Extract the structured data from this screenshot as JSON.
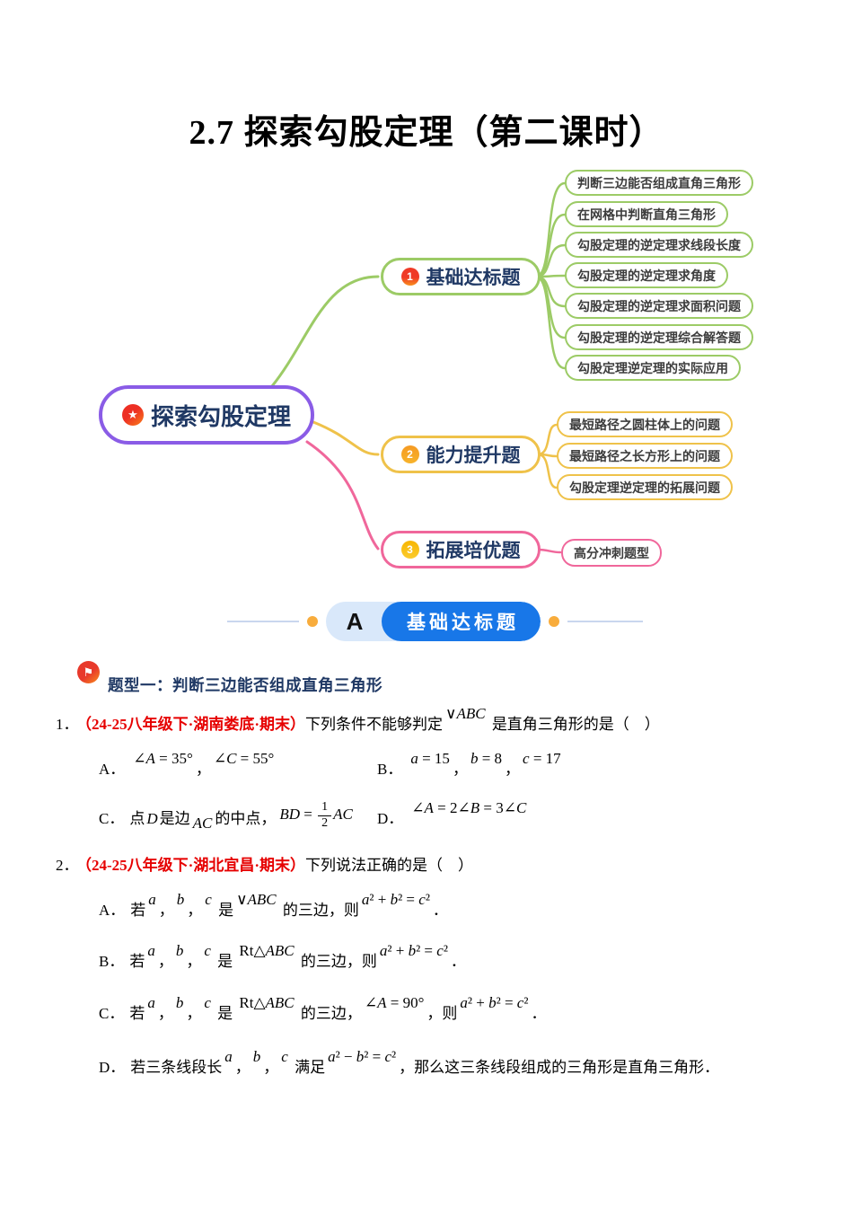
{
  "page": {
    "title": "2.7 探索勾股定理（第二课时）"
  },
  "icons": {
    "star": "★",
    "flag": "⚑"
  },
  "colors": {
    "purple": "#8A5CE6",
    "green": "#9CCB66",
    "yellow": "#EFC24A",
    "pink": "#F0679B",
    "navy": "#1F3864",
    "blue": "#1877E8",
    "light_blue": "#D9E8FA",
    "orange_dot": "#F8AC3C",
    "red": "#E60000"
  },
  "mindmap": {
    "root": {
      "label": "探索勾股定理"
    },
    "branches": [
      {
        "num": "1",
        "label": "基础达标题",
        "children": [
          "判断三边能否组成直角三角形",
          "在网格中判断直角三角形",
          "勾股定理的逆定理求线段长度",
          "勾股定理的逆定理求角度",
          "勾股定理的逆定理求面积问题",
          "勾股定理的逆定理综合解答题",
          "勾股定理逆定理的实际应用"
        ]
      },
      {
        "num": "2",
        "label": "能力提升题",
        "children": [
          "最短路径之圆柱体上的问题",
          "最短路径之长方形上的问题",
          "勾股定理逆定理的拓展问题"
        ]
      },
      {
        "num": "3",
        "label": "拓展培优题",
        "children": [
          "高分冲刺题型"
        ]
      }
    ]
  },
  "section": {
    "badge": "A",
    "title": "基础达标题"
  },
  "topic": {
    "title": "题型一：判断三边能否组成直角三角形"
  },
  "questions": {
    "q1": {
      "stem": [
        [
          "num",
          "1．"
        ],
        [
          "red",
          "（24-25八年级下·湖南娄底·期末）"
        ],
        [
          "cn",
          "下列条件不能够判定"
        ],
        [
          "m",
          [
            [
              "u",
              "∨"
            ],
            [
              "i",
              "ABC"
            ]
          ]
        ],
        [
          "cn",
          " 是直角三角形的是（　）"
        ]
      ],
      "options": [
        [
          [
            "lab",
            "A．"
          ],
          [
            "m",
            [
              [
                "u",
                "∠"
              ],
              [
                "i",
                "A"
              ],
              [
                "u",
                " = 35°"
              ]
            ]
          ],
          [
            "cn",
            "，"
          ],
          [
            "m",
            [
              [
                "u",
                "∠"
              ],
              [
                "i",
                "C"
              ],
              [
                "u",
                " = 55°"
              ]
            ]
          ]
        ],
        [
          [
            "lab",
            "B．"
          ],
          [
            "m",
            [
              [
                "i",
                "a"
              ],
              [
                "u",
                " = 15"
              ]
            ]
          ],
          [
            "cn",
            "，"
          ],
          [
            "m",
            [
              [
                "i",
                "b"
              ],
              [
                "u",
                " = 8"
              ]
            ]
          ],
          [
            "cn",
            "，"
          ],
          [
            "m",
            [
              [
                "i",
                "c"
              ],
              [
                "u",
                " = 17"
              ]
            ]
          ]
        ],
        [
          [
            "lab",
            "C．"
          ],
          [
            "cn",
            "点"
          ],
          [
            "bi",
            "D"
          ],
          [
            "cn",
            "是边"
          ],
          [
            "low",
            "AC"
          ],
          [
            "cn",
            "的中点，"
          ],
          [
            "frac",
            {
              "pre": [
                [
                  "i",
                  "BD"
                ],
                [
                  "u",
                  " = "
                ]
              ],
              "num": "1",
              "den": "2",
              "post": [
                [
                  "i",
                  "AC"
                ]
              ]
            }
          ]
        ],
        [
          [
            "lab",
            "D．"
          ],
          [
            "m",
            [
              [
                "u",
                "∠"
              ],
              [
                "i",
                "A"
              ],
              [
                "u",
                " = 2"
              ],
              [
                "u",
                "∠"
              ],
              [
                "i",
                "B"
              ],
              [
                "u",
                " = 3"
              ],
              [
                "u",
                "∠"
              ],
              [
                "i",
                "C"
              ]
            ]
          ]
        ]
      ]
    },
    "q2": {
      "stem": [
        [
          "num",
          "2．"
        ],
        [
          "red",
          "（24-25八年级下·湖北宜昌·期末）"
        ],
        [
          "cn",
          "下列说法正确的是（　）"
        ]
      ],
      "options": [
        [
          [
            "lab",
            "A．"
          ],
          [
            "cn",
            "若"
          ],
          [
            "m",
            [
              [
                "i",
                "a"
              ]
            ]
          ],
          [
            "cn",
            "，"
          ],
          [
            "m",
            [
              [
                "i",
                "b"
              ]
            ]
          ],
          [
            "cn",
            "，"
          ],
          [
            "m",
            [
              [
                "i",
                "c"
              ]
            ]
          ],
          [
            "cn",
            " 是"
          ],
          [
            "m",
            [
              [
                "u",
                "∨"
              ],
              [
                "i",
                "ABC"
              ]
            ]
          ],
          [
            "cn",
            " 的三边，则"
          ],
          [
            "m",
            [
              [
                "i",
                "a"
              ],
              [
                "u",
                "² + "
              ],
              [
                "i",
                "b"
              ],
              [
                "u",
                "² = "
              ],
              [
                "i",
                "c"
              ],
              [
                "u",
                "²"
              ]
            ]
          ],
          [
            "cn",
            "．"
          ]
        ],
        [
          [
            "lab",
            "B．"
          ],
          [
            "cn",
            "若"
          ],
          [
            "m",
            [
              [
                "i",
                "a"
              ]
            ]
          ],
          [
            "cn",
            "，"
          ],
          [
            "m",
            [
              [
                "i",
                "b"
              ]
            ]
          ],
          [
            "cn",
            "，"
          ],
          [
            "m",
            [
              [
                "i",
                "c"
              ]
            ]
          ],
          [
            "cn",
            " 是 "
          ],
          [
            "m",
            [
              [
                "u",
                "Rt△"
              ],
              [
                "i",
                "ABC"
              ]
            ]
          ],
          [
            "cn",
            " 的三边，则"
          ],
          [
            "m",
            [
              [
                "i",
                "a"
              ],
              [
                "u",
                "² + "
              ],
              [
                "i",
                "b"
              ],
              [
                "u",
                "² = "
              ],
              [
                "i",
                "c"
              ],
              [
                "u",
                "²"
              ]
            ]
          ],
          [
            "cn",
            "．"
          ]
        ],
        [
          [
            "lab",
            "C．"
          ],
          [
            "cn",
            "若"
          ],
          [
            "m",
            [
              [
                "i",
                "a"
              ]
            ]
          ],
          [
            "cn",
            "，"
          ],
          [
            "m",
            [
              [
                "i",
                "b"
              ]
            ]
          ],
          [
            "cn",
            "，"
          ],
          [
            "m",
            [
              [
                "i",
                "c"
              ]
            ]
          ],
          [
            "cn",
            " 是 "
          ],
          [
            "m",
            [
              [
                "u",
                "Rt△"
              ],
              [
                "i",
                "ABC"
              ]
            ]
          ],
          [
            "cn",
            " 的三边，"
          ],
          [
            "m",
            [
              [
                "u",
                "∠"
              ],
              [
                "i",
                "A"
              ],
              [
                "u",
                " = 90°"
              ]
            ]
          ],
          [
            "cn",
            "，则"
          ],
          [
            "m",
            [
              [
                "i",
                "a"
              ],
              [
                "u",
                "² + "
              ],
              [
                "i",
                "b"
              ],
              [
                "u",
                "² = "
              ],
              [
                "i",
                "c"
              ],
              [
                "u",
                "²"
              ]
            ]
          ],
          [
            "cn",
            "．"
          ]
        ],
        [
          [
            "lab",
            "D．"
          ],
          [
            "cn",
            "若三条线段长"
          ],
          [
            "m",
            [
              [
                "i",
                "a"
              ]
            ]
          ],
          [
            "cn",
            "，"
          ],
          [
            "m",
            [
              [
                "i",
                "b"
              ]
            ]
          ],
          [
            "cn",
            "，"
          ],
          [
            "m",
            [
              [
                "i",
                "c"
              ]
            ]
          ],
          [
            "cn",
            " 满足"
          ],
          [
            "m",
            [
              [
                "i",
                "a"
              ],
              [
                "u",
                "² − "
              ],
              [
                "i",
                "b"
              ],
              [
                "u",
                "² = "
              ],
              [
                "i",
                "c"
              ],
              [
                "u",
                "²"
              ]
            ]
          ],
          [
            "cn",
            "，那么这三条线段组成的三角形是直角三角形．"
          ]
        ]
      ]
    }
  }
}
